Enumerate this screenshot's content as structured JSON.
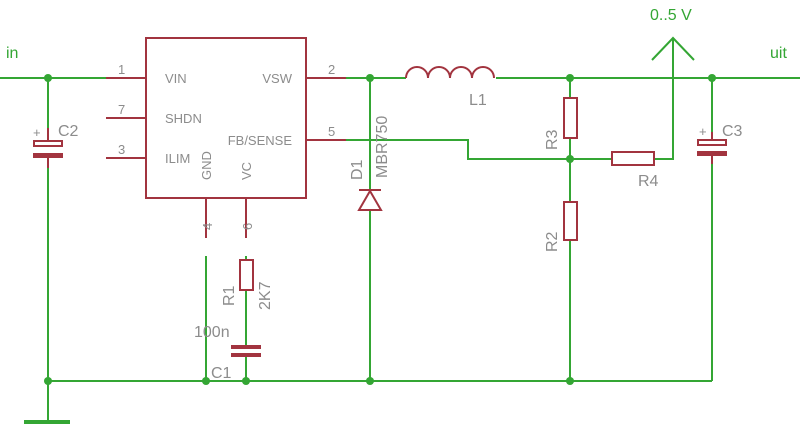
{
  "nets": {
    "input": "in",
    "output": "uit",
    "control": "0..5 V"
  },
  "ic": {
    "pins": {
      "vin": {
        "name": "VIN",
        "number": "1"
      },
      "shdn": {
        "name": "SHDN",
        "number": "7"
      },
      "ilim": {
        "name": "ILIM",
        "number": "3"
      },
      "vsw": {
        "name": "VSW",
        "number": "2"
      },
      "fb": {
        "name": "FB/SENSE",
        "number": "5"
      },
      "gnd": {
        "name": "GND",
        "number": "4"
      },
      "vc": {
        "name": "VC",
        "number": "6"
      }
    }
  },
  "components": {
    "c2": {
      "ref": "C2",
      "polarity": "+"
    },
    "c3": {
      "ref": "C3",
      "polarity": "+"
    },
    "l1": {
      "ref": "L1"
    },
    "d1": {
      "ref": "D1",
      "value": "MBR750"
    },
    "r1": {
      "ref": "R1",
      "value": "2K7"
    },
    "c1": {
      "ref": "C1",
      "value": "100n"
    },
    "r2": {
      "ref": "R2"
    },
    "r3": {
      "ref": "R3"
    },
    "r4": {
      "ref": "R4"
    }
  },
  "colors": {
    "wire": "#34a634",
    "component": "#a2343f",
    "text": "#8c8c8c",
    "background": "#ffffff"
  }
}
